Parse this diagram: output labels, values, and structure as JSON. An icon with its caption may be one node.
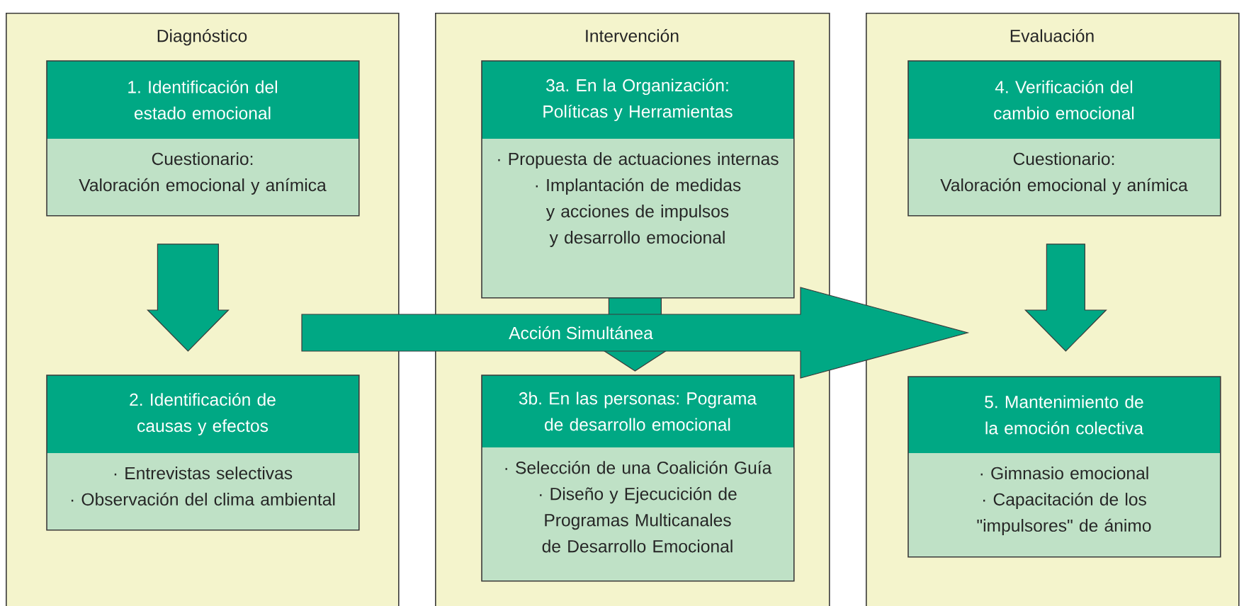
{
  "diagram": {
    "nodes": [
      {
        "text": [
          "Diagnóstico"
        ]
      },
      {
        "text": [
          "1. Identificación del estado emocional",
          "Cuestionario:",
          "Valoración emocional y anímica"
        ],
        "in": 0
      },
      {
        "text": [
          "2. Identificación de causas y efectos",
          "· Entrevistas selectivas",
          "· Observación del clima ambiental"
        ],
        "in": 0
      },
      {
        "text": [
          "Intervención"
        ]
      },
      {
        "text": [
          "3a. En la Organización: Políticas y Herramientas",
          "· Propuesta de actuaciones internas",
          "· Implantación de medidas y acciones de impulsos y desarrollo emocional"
        ],
        "in": 3
      },
      {
        "text": [
          "3b. En las personas: Pograma de desarrollo emocional",
          "· Selección de una Coalición Guía",
          "· Diseño y Ejecucición de Programas Multicanales de Desarrollo Emocional"
        ],
        "in": 3
      },
      {
        "text": [
          "Evaluación"
        ]
      },
      {
        "text": [
          "4. Verificación del cambio emocional",
          "Cuestionario:",
          "Valoración emocional y anímica"
        ],
        "in": 6
      },
      {
        "text": [
          "5. Mantenimiento de la emoción colectiva",
          "· Gimnasio emocional",
          "· Capacitación de los \"impulsores\" de ánimo"
        ],
        "in": 6
      }
    ],
    "edges": [
      {
        "from": 1,
        "to": 2,
        "arrow": "to"
      },
      {
        "from": 4,
        "to": 5,
        "arrow": "to"
      },
      {
        "from": null,
        "to": 6,
        "arrow": "to",
        "label": "Acción Simultánea"
      },
      {
        "from": 7,
        "to": 8,
        "arrow": "to"
      }
    ]
  }
}
